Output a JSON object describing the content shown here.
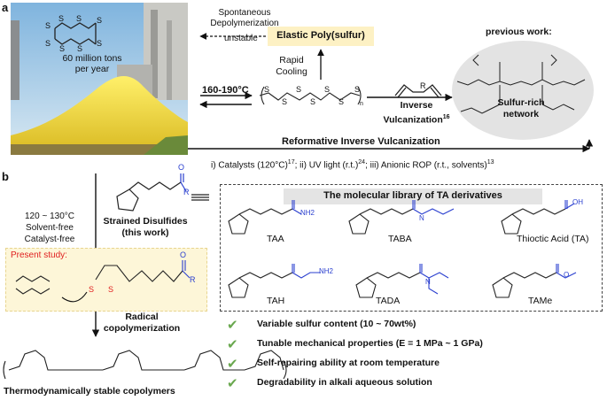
{
  "panel_labels": {
    "a": "a",
    "b": "b"
  },
  "photo": {
    "ring_atoms": [
      "S",
      "S",
      "S",
      "S",
      "S",
      "S",
      "S",
      "S"
    ],
    "caption_line1": "60 million tons",
    "caption_line2": "per year"
  },
  "top": {
    "depolymerization_line1": "Spontaneous",
    "depolymerization_line2": "Depolymerization",
    "unstable": "unstable",
    "elastic_polysulfur": "Elastic Poly(sulfur)",
    "rapid_line1": "Rapid",
    "rapid_line2": "Cooling",
    "temperature": "160-190°C",
    "inverse_line1": "Inverse",
    "inverse_line2": "Vulcanization",
    "inverse_ref": "16",
    "previous_work": "previous work:",
    "sulfur_rich_line1": "Sulfur-rich",
    "sulfur_rich_line2": "network",
    "reformative": "Reformative Inverse Vulcanization",
    "catalysts_text": "i) Catalysts (120°C)",
    "ref17": "17",
    "uv_text": "; ii) UV light (r.t.)",
    "ref24": "24",
    "anionic_text": "; iii) Anionic ROP (r.t., solvents)",
    "ref13": "13",
    "chain_labels": [
      "S",
      "S",
      "S",
      "S",
      "S",
      "S",
      "S"
    ],
    "chain_n": "n",
    "diene_R": "R"
  },
  "left": {
    "cond_line1": "120 ~ 130°C",
    "cond_line2": "Solvent-free",
    "cond_line3": "Catalyst-free",
    "strained_line1": "Strained Disulfides",
    "strained_line2": "(this work)",
    "present_study": "Present study:",
    "radical_line1": "Radical",
    "radical_line2": "copolymerization",
    "copolymer_caption": "Thermodynamically stable copolymers",
    "O": "O",
    "R": "R"
  },
  "library": {
    "title": "The molecular library of TA derivatives",
    "compounds": [
      {
        "name": "TAA",
        "group": "NH2"
      },
      {
        "name": "TABA",
        "group": "N"
      },
      {
        "name": "Thioctic Acid (TA)",
        "group": "OH"
      },
      {
        "name": "TAH",
        "group": "NH2"
      },
      {
        "name": "TADA",
        "group": "N"
      },
      {
        "name": "TAMe",
        "group": "O"
      }
    ]
  },
  "properties": [
    "Variable sulfur content (10 ~ 70wt%)",
    "Tunable mechanical properties (E = 1 MPa ~ 1 GPa)",
    "Self-repairing ability at room temperature",
    "Degradability in alkali aqueous solution"
  ],
  "colors": {
    "sulfur_yellow": "#f2d44a",
    "blue": "#2a3fcf",
    "red": "#e02020",
    "orange": "#f0a030",
    "green_check": "#6aa84f",
    "present_bg": "#fdf6d8"
  }
}
